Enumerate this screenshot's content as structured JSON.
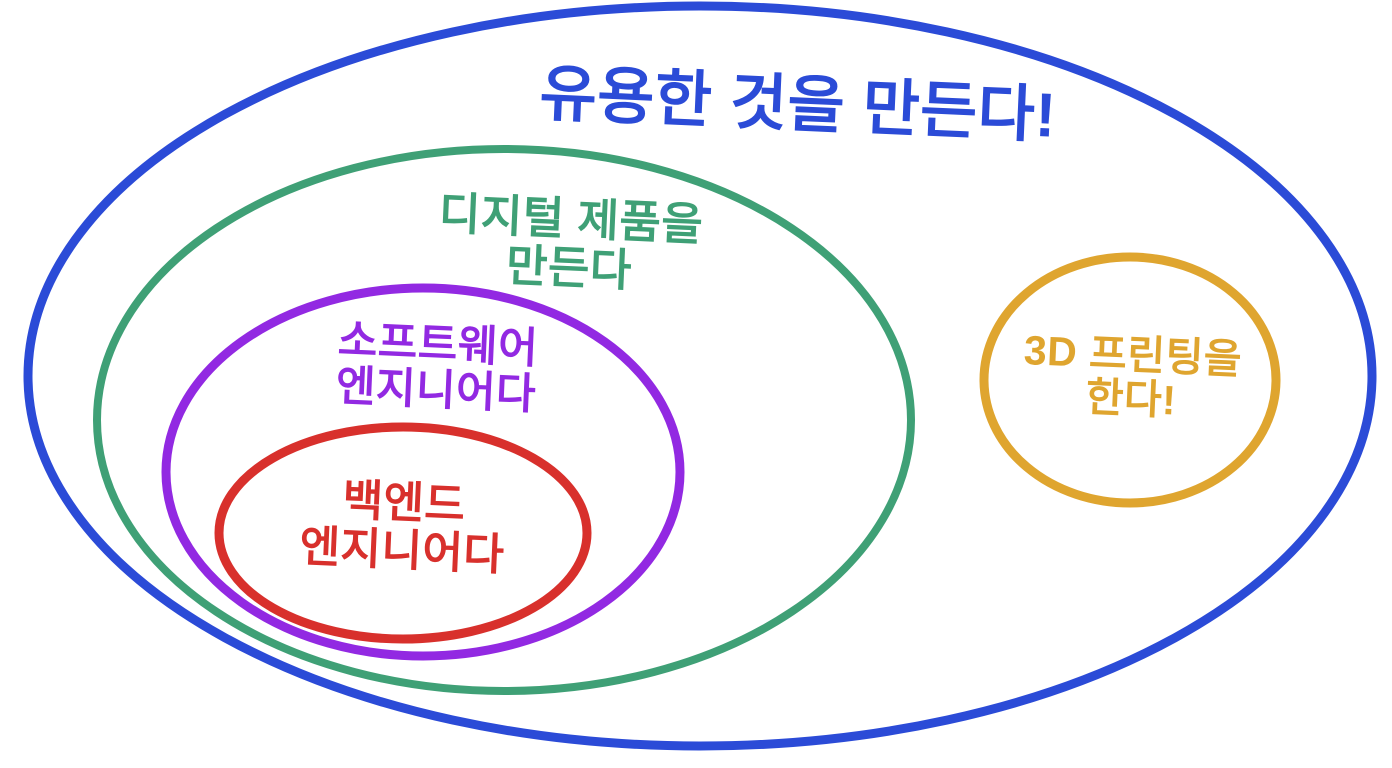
{
  "diagram": {
    "kind": "nested-euler-diagram",
    "background_color": "#ffffff",
    "sets": [
      {
        "name": "useful-things",
        "lines": [
          "유용한 것을 만든다!"
        ],
        "color": "#2b4bd7"
      },
      {
        "name": "digital-products",
        "lines": [
          "디지털 제품을",
          "만든다"
        ],
        "color": "#3fa076"
      },
      {
        "name": "software-engineer",
        "lines": [
          "소프트웨어",
          "엔지니어다"
        ],
        "color": "#9229e2"
      },
      {
        "name": "backend-engineer",
        "lines": [
          "백엔드",
          "엔지니어다"
        ],
        "color": "#d8302c"
      },
      {
        "name": "3d-printing",
        "lines": [
          "3D 프린팅을",
          "한다!"
        ],
        "color": "#dfa52f"
      }
    ]
  }
}
